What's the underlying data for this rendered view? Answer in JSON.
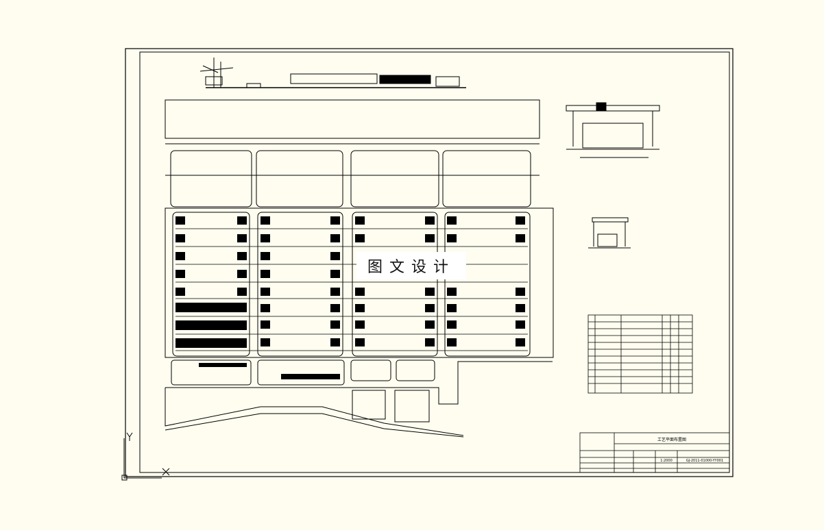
{
  "watermark": "图文设计",
  "drawing": {
    "title_block": {
      "drawing_title": "工艺平面布置图",
      "drawing_number": "GJ-2011-01000-YY001",
      "scale": "1:2000"
    }
  },
  "colors": {
    "background": "#fefdf0",
    "line": "#000000",
    "watermark_bg": "#ffffff"
  }
}
